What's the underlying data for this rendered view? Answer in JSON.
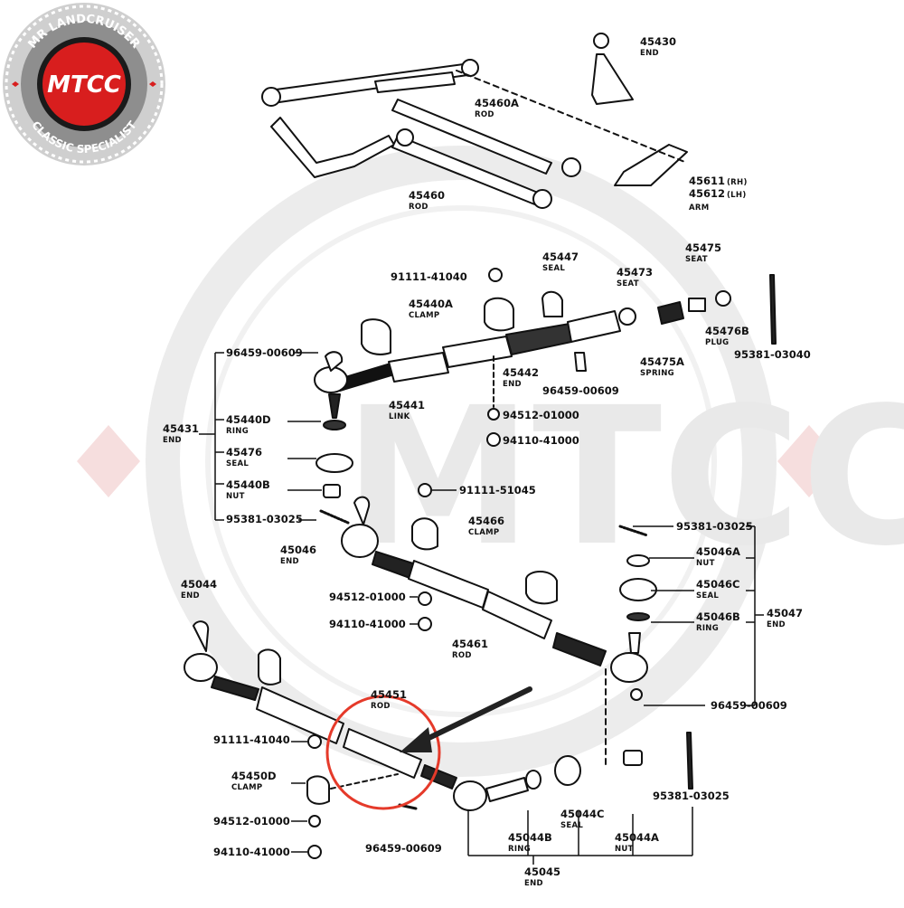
{
  "brand": {
    "arc_top": "MR LANDCRUISER",
    "arc_bottom": "CLASSIC SPECIALIST",
    "logo_text": "MTCC",
    "red": "#d81e1e",
    "dark": "#1a1a1a"
  },
  "labels": [
    {
      "id": "45430",
      "num": "45430",
      "desc": "END"
    },
    {
      "id": "45460A",
      "num": "45460A",
      "desc": "ROD"
    },
    {
      "id": "45460",
      "num": "45460",
      "desc": "ROD"
    },
    {
      "id": "45611",
      "num": "45611",
      "desc": "(RH)"
    },
    {
      "id": "45612",
      "num": "45612",
      "desc": "(LH)"
    },
    {
      "id": "arm",
      "num": "",
      "desc": "ARM"
    },
    {
      "id": "45475",
      "num": "45475",
      "desc": "SEAT"
    },
    {
      "id": "45447",
      "num": "45447",
      "desc": "SEAL"
    },
    {
      "id": "45473",
      "num": "45473",
      "desc": "SEAT"
    },
    {
      "id": "91111-41040a",
      "num": "91111-41040",
      "desc": ""
    },
    {
      "id": "45440A",
      "num": "45440A",
      "desc": "CLAMP"
    },
    {
      "id": "45476B",
      "num": "45476B",
      "desc": "PLUG"
    },
    {
      "id": "95381-03040",
      "num": "95381-03040",
      "desc": ""
    },
    {
      "id": "96459-00609a",
      "num": "96459-00609",
      "desc": ""
    },
    {
      "id": "45442",
      "num": "45442",
      "desc": "END"
    },
    {
      "id": "45475A",
      "num": "45475A",
      "desc": "SPRING"
    },
    {
      "id": "96459-00609b",
      "num": "96459-00609",
      "desc": ""
    },
    {
      "id": "45441",
      "num": "45441",
      "desc": "LINK"
    },
    {
      "id": "94512-01000a",
      "num": "94512-01000",
      "desc": ""
    },
    {
      "id": "94110-41000a",
      "num": "94110-41000",
      "desc": ""
    },
    {
      "id": "45431",
      "num": "45431",
      "desc": "END"
    },
    {
      "id": "45440D",
      "num": "45440D",
      "desc": "RING"
    },
    {
      "id": "45476",
      "num": "45476",
      "desc": "SEAL"
    },
    {
      "id": "45440B",
      "num": "45440B",
      "desc": "NUT"
    },
    {
      "id": "95381-03025a",
      "num": "95381-03025",
      "desc": ""
    },
    {
      "id": "91111-51045",
      "num": "91111-51045",
      "desc": ""
    },
    {
      "id": "45466",
      "num": "45466",
      "desc": "CLAMP"
    },
    {
      "id": "45046",
      "num": "45046",
      "desc": "END"
    },
    {
      "id": "95381-03025b",
      "num": "95381-03025",
      "desc": ""
    },
    {
      "id": "45046A",
      "num": "45046A",
      "desc": "NUT"
    },
    {
      "id": "45046C",
      "num": "45046C",
      "desc": "SEAL"
    },
    {
      "id": "45047",
      "num": "45047",
      "desc": "END"
    },
    {
      "id": "45046B",
      "num": "45046B",
      "desc": "RING"
    },
    {
      "id": "96459-00609c",
      "num": "96459-00609",
      "desc": ""
    },
    {
      "id": "45044",
      "num": "45044",
      "desc": "END"
    },
    {
      "id": "94512-01000b",
      "num": "94512-01000",
      "desc": ""
    },
    {
      "id": "94110-41000b",
      "num": "94110-41000",
      "desc": ""
    },
    {
      "id": "45461",
      "num": "45461",
      "desc": "ROD"
    },
    {
      "id": "45451",
      "num": "45451",
      "desc": "ROD"
    },
    {
      "id": "91111-41040b",
      "num": "91111-41040",
      "desc": ""
    },
    {
      "id": "45450D",
      "num": "45450D",
      "desc": "CLAMP"
    },
    {
      "id": "94512-01000c",
      "num": "94512-01000",
      "desc": ""
    },
    {
      "id": "94110-41000c",
      "num": "94110-41000",
      "desc": ""
    },
    {
      "id": "96459-00609d",
      "num": "96459-00609",
      "desc": ""
    },
    {
      "id": "45044B",
      "num": "45044B",
      "desc": "RING"
    },
    {
      "id": "45044C",
      "num": "45044C",
      "desc": "SEAL"
    },
    {
      "id": "45044A",
      "num": "45044A",
      "desc": "NUT"
    },
    {
      "id": "95381-03025c",
      "num": "95381-03025",
      "desc": ""
    },
    {
      "id": "45045",
      "num": "45045",
      "desc": "END"
    }
  ]
}
